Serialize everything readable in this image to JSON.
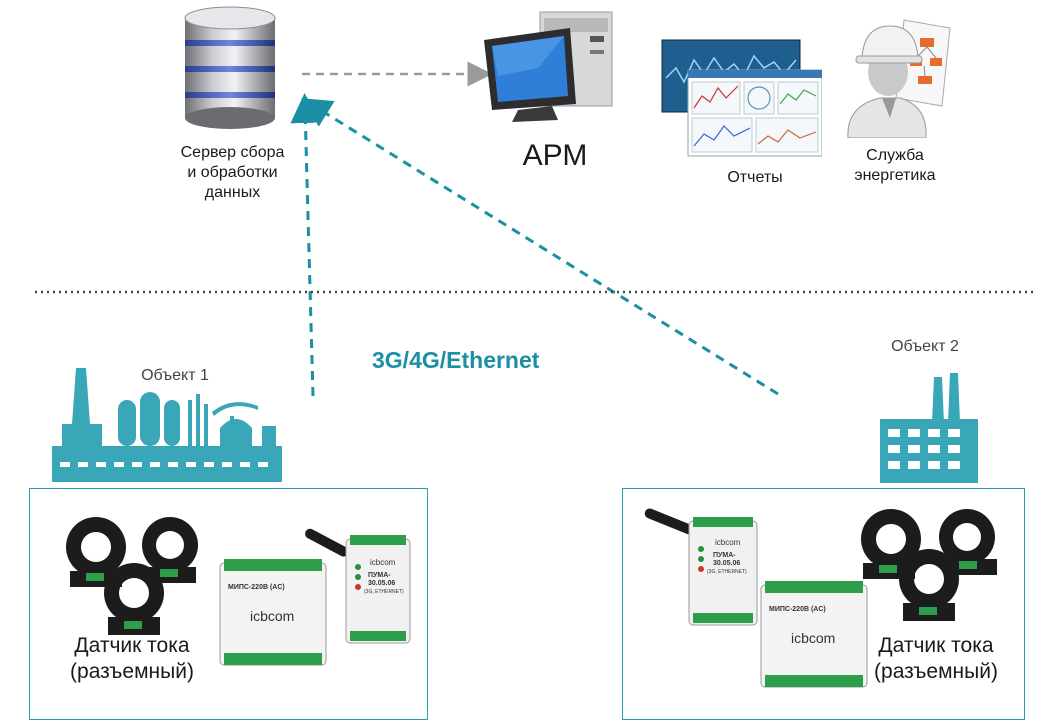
{
  "server": {
    "label_line1": "Сервер сбора",
    "label_line2": "и обработки",
    "label_line3": "данных"
  },
  "arm": {
    "label": "АРМ"
  },
  "reports": {
    "label": "Отчеты"
  },
  "energy_service": {
    "label_line1": "Служба",
    "label_line2": "энергетика"
  },
  "network": {
    "label": "3G/4G/Ethernet"
  },
  "object1": {
    "label": "Объект 1",
    "sensor_label_line1": "Датчик тока",
    "sensor_label_line2": "(разъемный)",
    "mips_text": "МИПС-220В (AC)",
    "puma_text_line1": "ПУМА-",
    "puma_text_line2": "30.05.06",
    "puma_text_line3": "(3G, ETHERNET)",
    "brand": "icbcom"
  },
  "object2": {
    "label": "Объект 2",
    "sensor_label_line1": "Датчик тока",
    "sensor_label_line2": "(разъемный)",
    "mips_text": "МИПС-220В (AC)",
    "puma_text_line1": "ПУМА-",
    "puma_text_line2": "30.05.06",
    "puma_text_line3": "(3G, ETHERNET)",
    "brand": "icbcom"
  },
  "colors": {
    "accent": "#2a9db0",
    "factory": "#3aa7b8",
    "arrow_gray": "#9a9a9a",
    "divider": "#444444"
  }
}
